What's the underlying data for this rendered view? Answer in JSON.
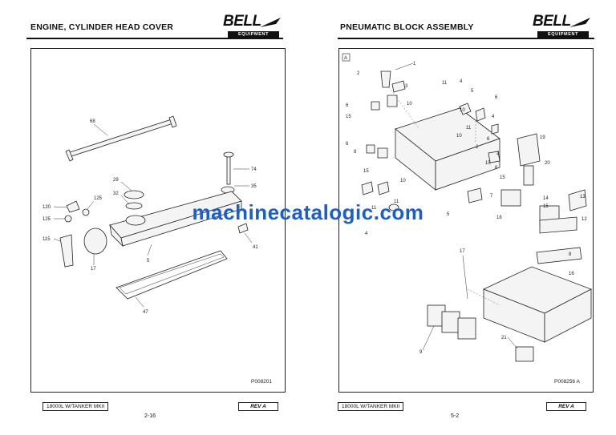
{
  "left_page": {
    "title": "ENGINE, CYLINDER HEAD COVER",
    "logo": {
      "brand": "BELL",
      "sub": "EQUIPMENT"
    },
    "figure_ref": "P008201",
    "callouts": [
      "68",
      "74",
      "29",
      "35",
      "32",
      "120",
      "125",
      "125",
      "115",
      "17",
      "5",
      "41",
      "47"
    ],
    "footer_model": "18000L W/TANKER MKII",
    "footer_rev": "REV A",
    "page_number": "2-16"
  },
  "right_page": {
    "title": "PNEUMATIC BLOCK ASSEMBLY",
    "logo": {
      "brand": "BELL",
      "sub": "EQUIPMENT"
    },
    "view_label": "A",
    "figure_ref": "P008256 A",
    "callouts": [
      "1",
      "2",
      "3",
      "6",
      "10",
      "11",
      "4",
      "5",
      "6",
      "15",
      "10",
      "2",
      "11",
      "4",
      "6",
      "10",
      "6",
      "8",
      "15",
      "10",
      "15",
      "19",
      "20",
      "11",
      "2",
      "6",
      "15",
      "7",
      "14",
      "15",
      "13",
      "12",
      "18",
      "5",
      "11",
      "4",
      "8",
      "16",
      "17",
      "21",
      "9"
    ],
    "footer_model": "18000L W/TANKER MKII",
    "footer_rev": "REV A",
    "page_number": "5-2"
  },
  "watermark": "machinecatalogic.com"
}
